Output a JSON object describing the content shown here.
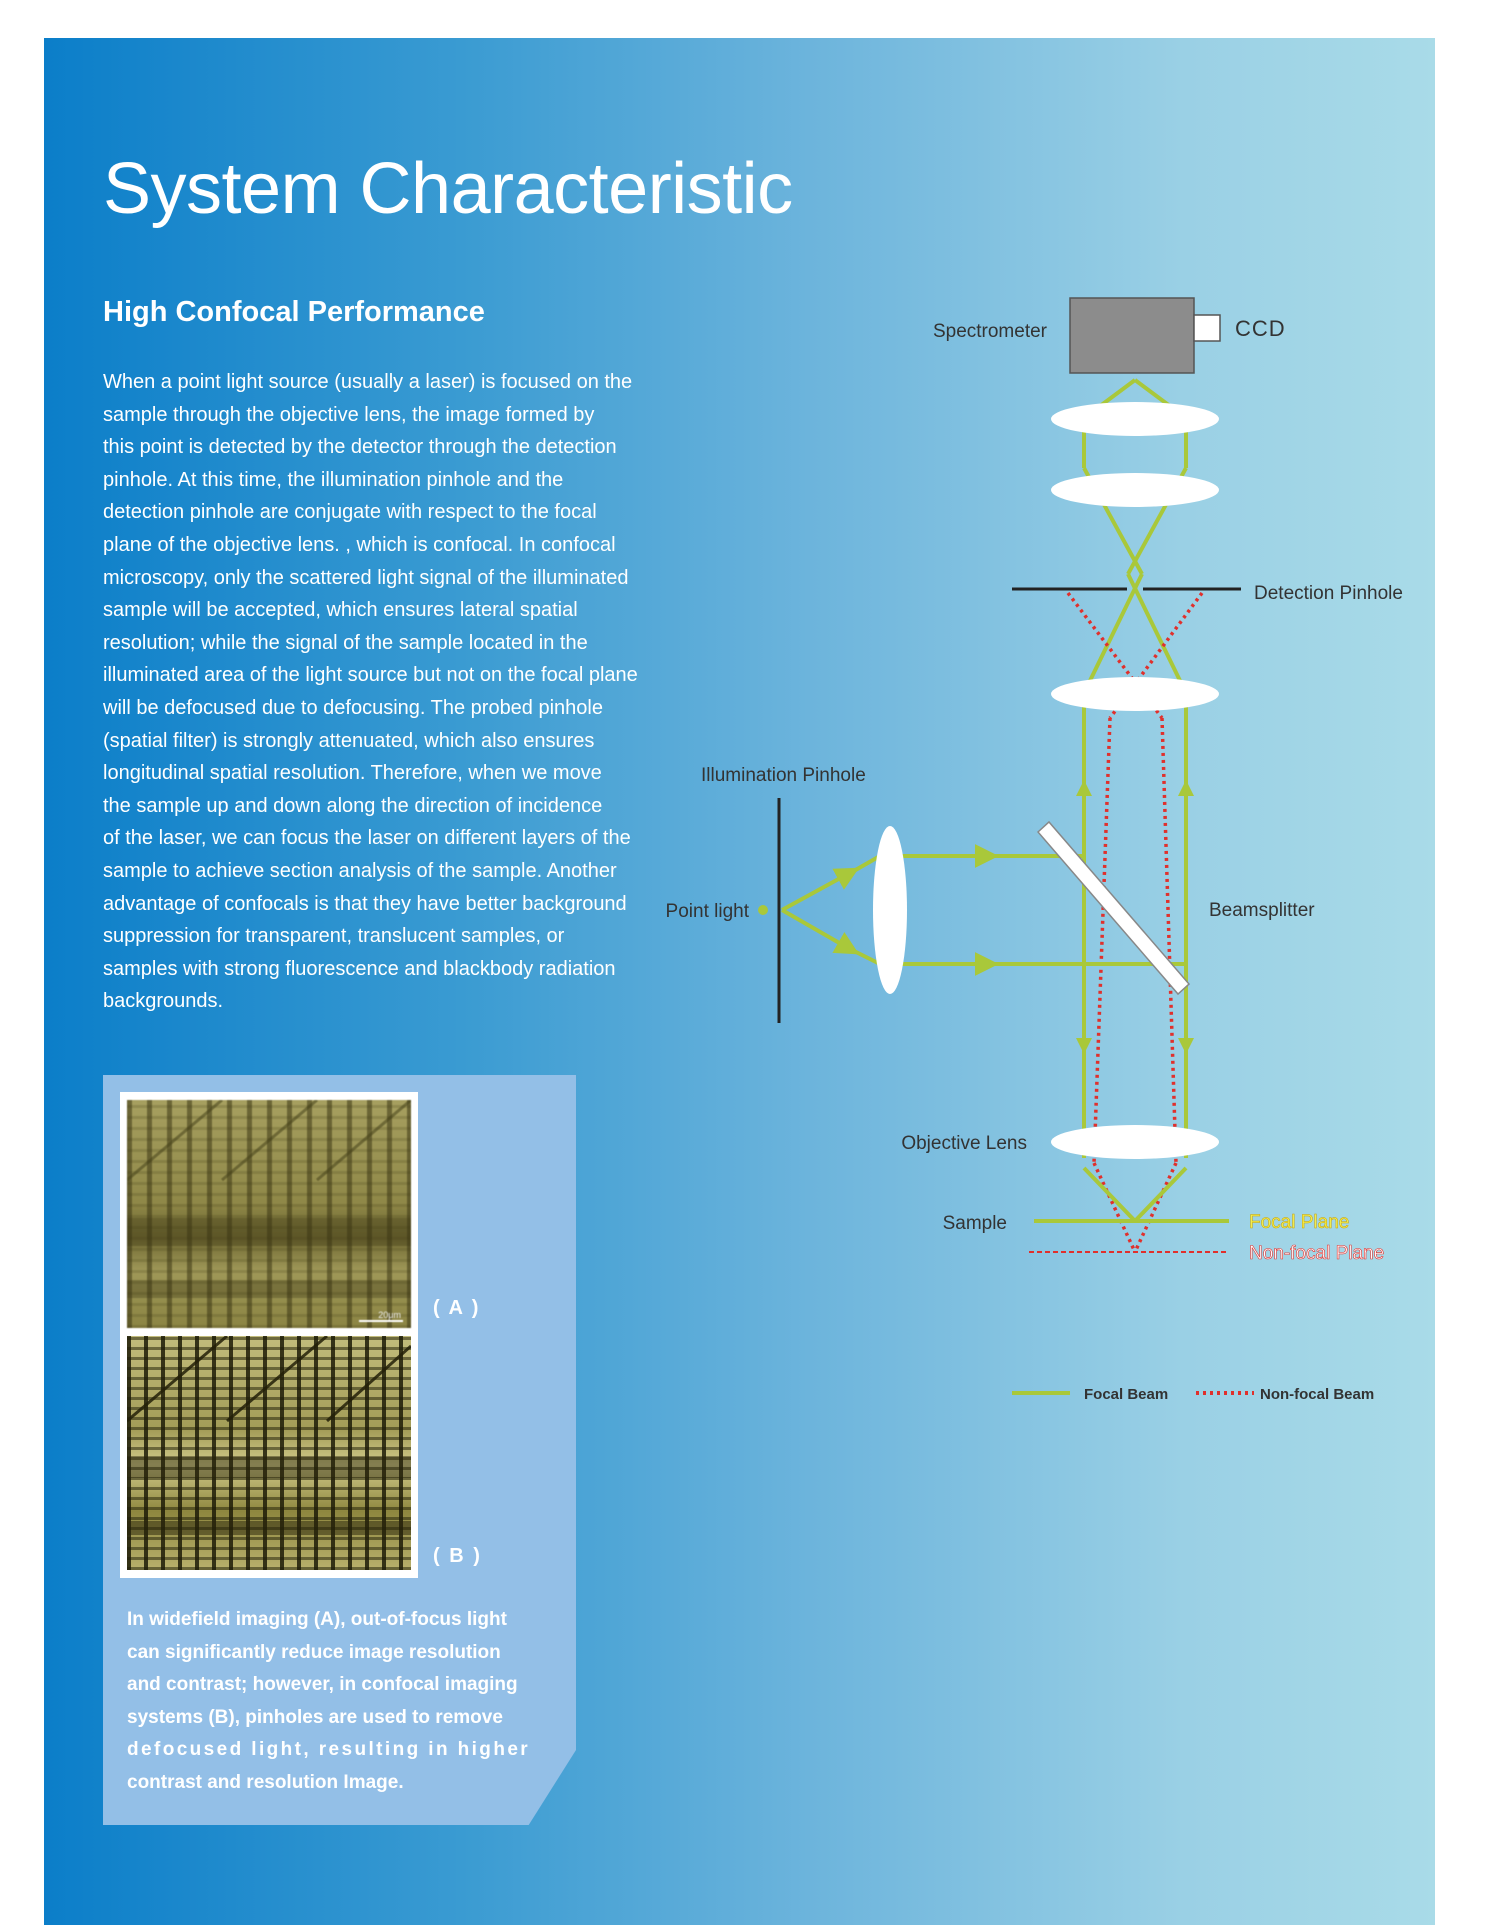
{
  "title": "System Characteristic",
  "subtitle": "High Confocal Performance",
  "body_lines": [
    "When a point light source (usually a laser) is focused on the",
    "sample through the objective lens, the image formed by",
    "this point is detected by the detector through the detection",
    "pinhole. At this time, the illumination pinhole and the",
    "detection pinhole are conjugate with respect to the focal",
    "plane of the objective lens. , which is confocal. In confocal",
    "microscopy, only the scattered light signal of the illuminated",
    "sample will be accepted, which ensures lateral spatial",
    "resolution; while the signal of the sample located in the",
    "illuminated area of the light source but not on the focal plane",
    "will be defocused due to defocusing. The probed pinhole",
    "(spatial filter) is strongly attenuated, which also ensures",
    "longitudinal spatial resolution. Therefore, when we move",
    "the sample up and down along the direction of incidence",
    "of the laser, we can focus the laser on different layers of the",
    "sample to achieve section analysis of the sample. Another",
    "advantage of confocals is that they have better background",
    "suppression for transparent, translucent samples, or",
    "samples with strong fluorescence and blackbody radiation",
    "backgrounds."
  ],
  "figure": {
    "label_a": "( A )",
    "label_b": "( B )",
    "scale_text": "20μm",
    "caption_lines": [
      "In widefield imaging (A), out-of-focus light",
      "can significantly reduce image resolution",
      "and contrast; however, in confocal imaging",
      "systems (B), pinholes are used to remove",
      "defocused light, resulting in higher",
      "contrast and resolution Image."
    ]
  },
  "diagram": {
    "spectrometer": "Spectrometer",
    "ccd": "CCD",
    "detection_pinhole": "Detection Pinhole",
    "illumination_pinhole": "Illumination Pinhole",
    "point_light": "Point light",
    "beamsplitter": "Beamsplitter",
    "objective_lens": "Objective Lens",
    "sample": "Sample",
    "focal_plane": "Focal Plane",
    "non_focal_plane": "Non-focal Plane",
    "legend_focal": "Focal Beam",
    "legend_nonfocal": "Non-focal Beam"
  },
  "colors": {
    "focal_beam": "#a9c83a",
    "nonfocal_beam": "#e0302c",
    "spectrometer_box": "#8c8c8c",
    "focal_plane_text": "#f4ee4c",
    "nonfocal_plane_text": "#e0302c"
  }
}
